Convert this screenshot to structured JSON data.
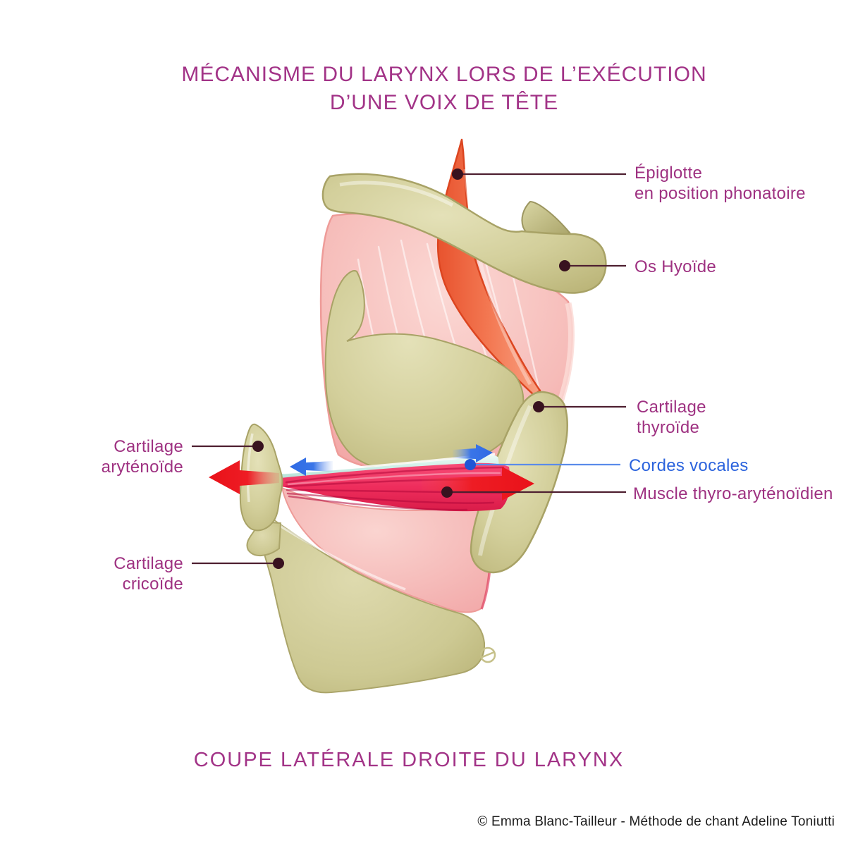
{
  "title": {
    "line1": "MÉCANISME DU LARYNX LORS DE L’EXÉCUTION",
    "line2": "D’UNE VOIX DE TÊTE"
  },
  "caption": "COUPE LATÉRALE DROITE DU LARYNX",
  "credit": "© Emma Blanc-Tailleur - Méthode de chant Adeline Toniutti",
  "labels": {
    "epiglottis": {
      "line1": "Épiglotte",
      "line2": "en position phonatoire"
    },
    "hyoid": {
      "text": "Os Hyoïde"
    },
    "thyroid": {
      "line1": "Cartilage",
      "line2": "thyroïde"
    },
    "vocal_cords": {
      "text": "Cordes vocales"
    },
    "thyroarytenoid_muscle": {
      "text": "Muscle thyro-aryténoïdien"
    },
    "arytenoid": {
      "line1": "Cartilage",
      "line2": "aryténoïde"
    },
    "cricoid": {
      "line1": "Cartilage",
      "line2": "cricoïde"
    }
  },
  "icons": {
    "red_arrow_left": "red-arrow-left-icon",
    "red_arrow_right": "red-arrow-right-icon",
    "blue_arrow_left": "blue-arrow-left-icon",
    "blue_arrow_right": "blue-arrow-right-icon",
    "artist_monogram": "e-monogram-icon"
  },
  "colors": {
    "background": "#FFFFFF",
    "title_text": "#A23387",
    "label_text": "#9E3181",
    "vocal_cords_label": "#2B63DD",
    "leader_line": "#4E1F30",
    "leader_line_blue": "#5A8BEA",
    "cartilage_olive": "#D3CF9B",
    "muscle_pink": "#F6BCBA",
    "muscle_crimson": "#EE2D5C",
    "epiglottis_coral": "#F3714E",
    "vocal_cord_band": "#CDEEE6",
    "arrow_red": "#EC1C24",
    "arrow_blue": "#3672E6",
    "credit_text": "#1B1B1B"
  }
}
